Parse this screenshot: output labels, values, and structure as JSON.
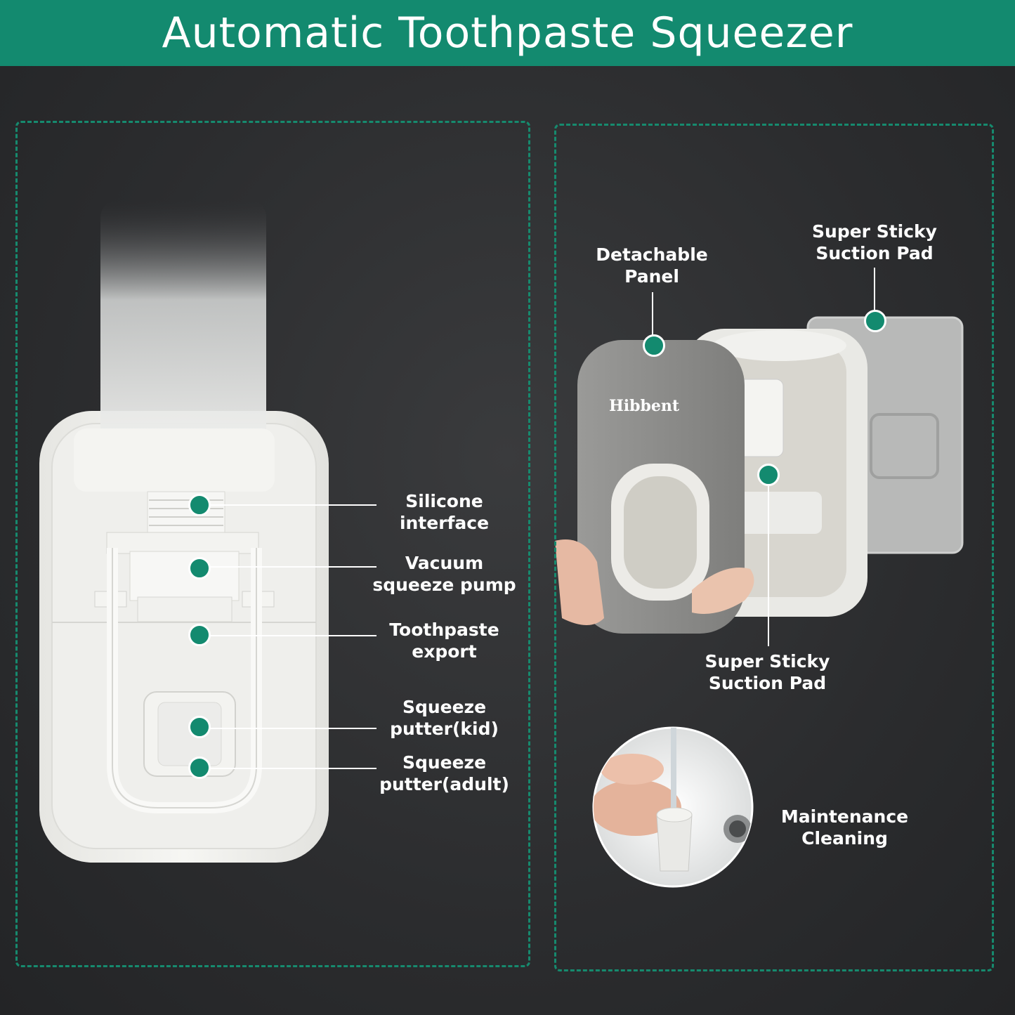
{
  "banner": {
    "title": "Automatic Toothpaste Squeezer"
  },
  "left_labels": {
    "silicone": "Silicone\ninterface",
    "vacuum": "Vacuum\nsqueeze pump",
    "export": "Toothpaste\nexport",
    "kid": "Squeeze\nputter(kid)",
    "adult": "Squeeze\nputter(adult)"
  },
  "right_labels": {
    "panel": "Detachable\nPanel",
    "pad_top": "Super Sticky\nSuction Pad",
    "pad_bottom": "Super Sticky\nSuction Pad",
    "cleaning": "Maintenance\nCleaning"
  },
  "brand": {
    "logo_text": "Hibbent"
  },
  "colors": {
    "accent": "#138a6f",
    "background": "#2b2c2e"
  }
}
